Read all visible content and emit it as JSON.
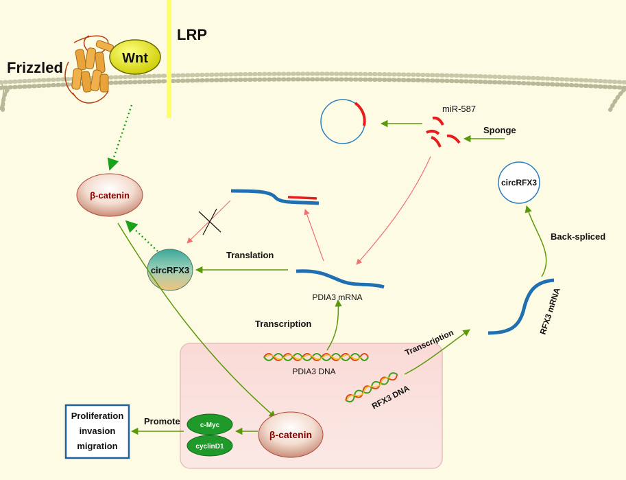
{
  "labels": {
    "frizzled": "Frizzled",
    "wnt": "Wnt",
    "lrp": "LRP",
    "beta_catenin_cytoplasm": "β-catenin",
    "beta_catenin_nucleus": "β-catenin",
    "circrfx3_protein": "circRFX3",
    "circrfx3_ring": "circRFX3",
    "mir587": "miR-587",
    "sponge": "Sponge",
    "back_spliced": "Back-spliced",
    "translation": "Translation",
    "pdia3_mrna": "PDIA3 mRNA",
    "rfx3_mrna": "RFX3 mRNA",
    "transcription_pdia3": "Transcription",
    "transcription_rfx3": "Transcription",
    "pdia3_dna": "PDIA3 DNA",
    "rfx3_dna": "RFX3 DNA",
    "cmyc": "c-Myc",
    "cyclind1": "cyclinD1",
    "promote": "Promote",
    "outcome_line1": "Proliferation",
    "outcome_line2": "invasion",
    "outcome_line3": "migration"
  },
  "colors": {
    "background": "#fdfbe3",
    "nucleus_fill": "#fbe3df",
    "membrane": "#b9b99a",
    "lrp_bar": "#ffff66",
    "wnt_fill": "#e6e600",
    "frizzled": "#e8a33a",
    "green_arrow": "#5a9a0a",
    "dotted_green": "#1aa31a",
    "red_arrow": "#f07070",
    "mrna_blue": "#1f6fb2",
    "mirna_red": "#e81c1c",
    "ring_blue": "#2a7fc0",
    "catenin_text": "#8b0000",
    "green_box": "#1f9a2a",
    "outcome_border": "#1f5fa0"
  }
}
